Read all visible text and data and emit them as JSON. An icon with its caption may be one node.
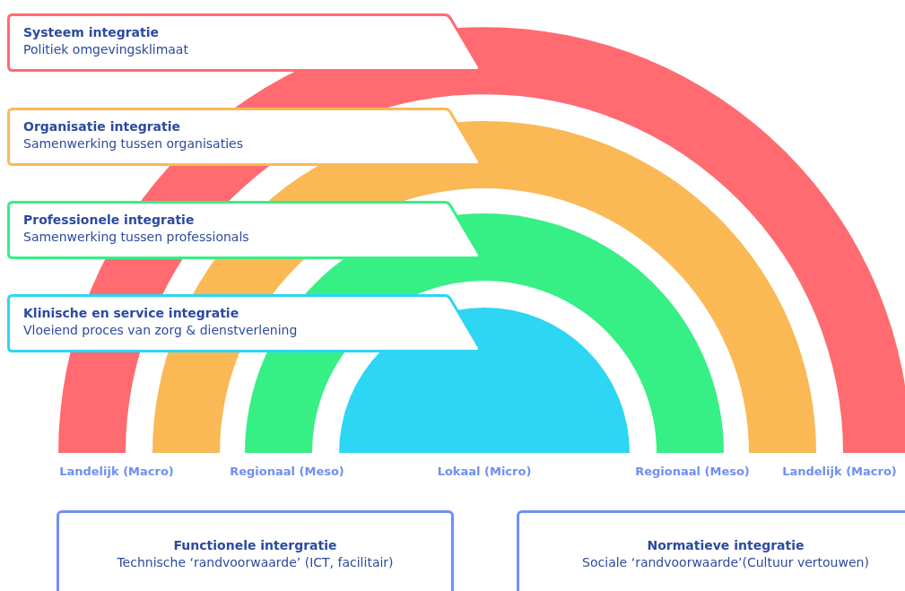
{
  "diagram": {
    "nodes": [
      {
        "text": [
          "Systeem integratie",
          "Politiek omgevingsklimaat"
        ]
      },
      {
        "text": [
          "Organisatie integratie",
          "Samenwerking tussen organisaties"
        ]
      },
      {
        "text": [
          "Professionele integratie",
          "Samenwerking tussen professionals"
        ]
      },
      {
        "text": [
          "Klinische en service integratie",
          "Vloeiend proces van zorg & dienstverlening"
        ]
      },
      {
        "text": [
          "Functionele intergratie",
          "Technische ‘randvoorwaarde’ (ICT, facilitair)"
        ]
      },
      {
        "text": [
          "Normatieve integratie",
          "Sociale ‘randvoorwaarde’(Cultuur vertouwen)"
        ]
      }
    ],
    "labels": [
      "Landelijk (Macro)",
      "Regionaal (Meso)",
      "Lokaal (Micro)",
      "Regionaal (Meso)",
      "Landelijk (Macro)"
    ]
  }
}
